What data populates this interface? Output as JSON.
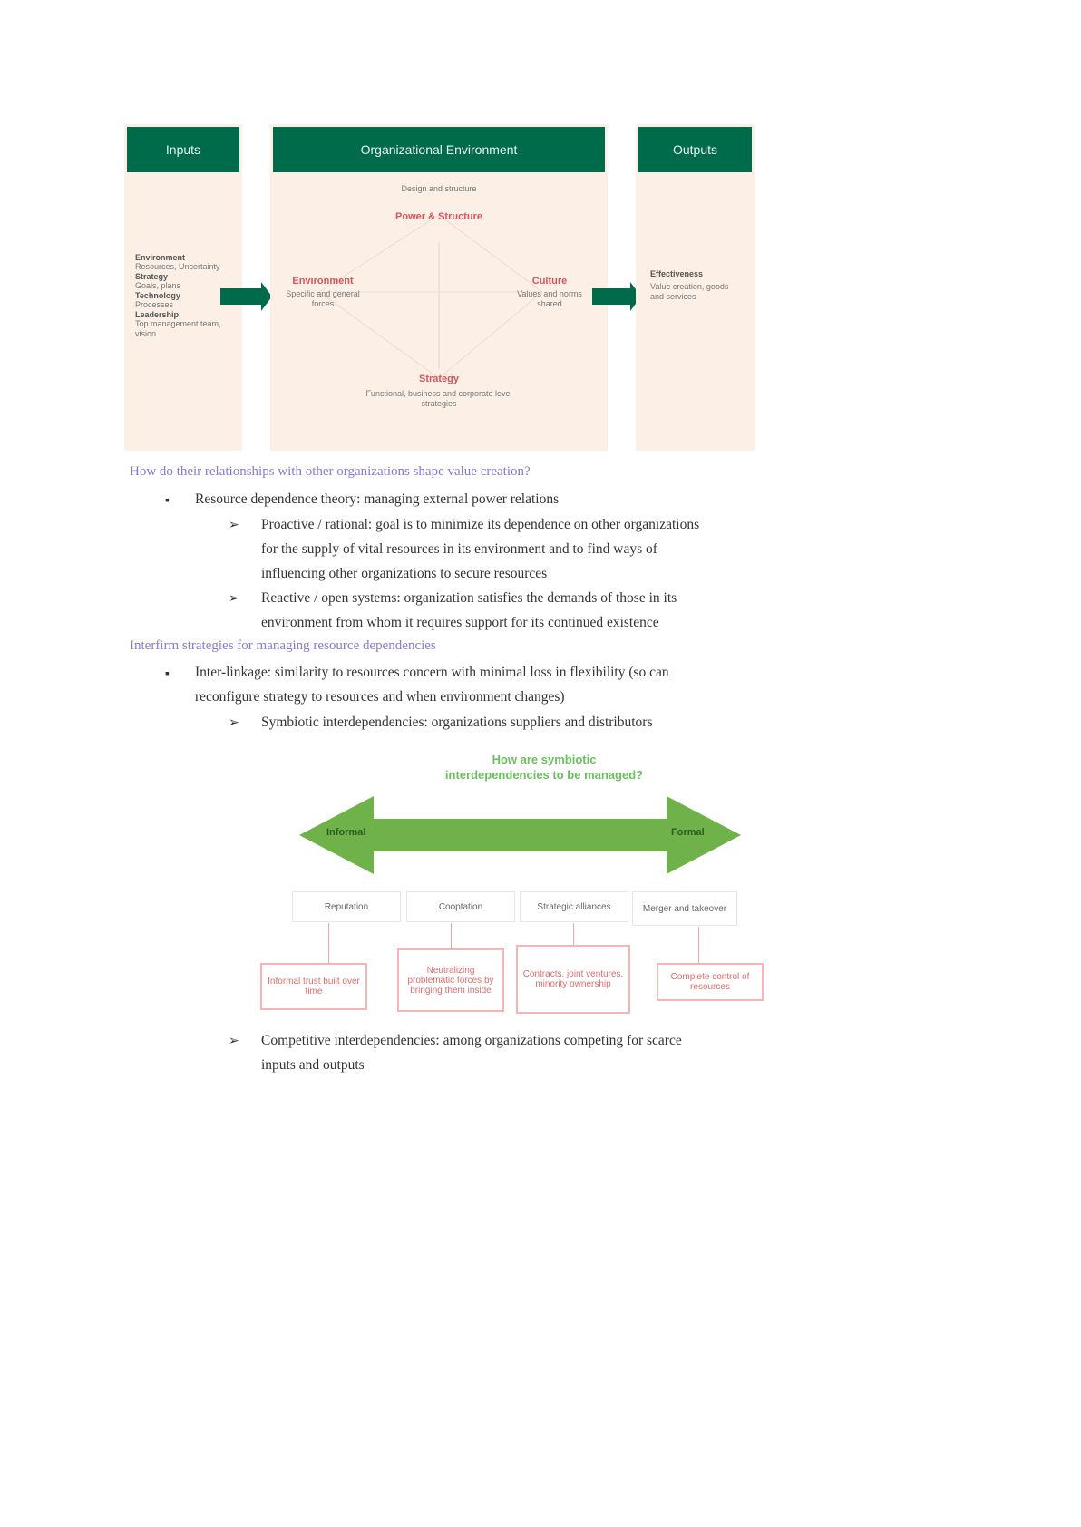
{
  "diagram1": {
    "inputs": {
      "title": "Inputs",
      "groups": [
        {
          "label": "Environment",
          "items": "Resources, Uncertainty"
        },
        {
          "label": "Strategy",
          "items": "Goals, plans"
        },
        {
          "label": "Technology",
          "items": "Processes"
        },
        {
          "label": "Leadership",
          "items": "Top management team, vision"
        }
      ]
    },
    "center": {
      "title": "Organizational Environment",
      "top": {
        "caption": "Design and structure",
        "label": "Power & Structure"
      },
      "left": {
        "label": "Environment",
        "caption": "Specific and general forces"
      },
      "right": {
        "label": "Culture",
        "caption": "Values and norms shared"
      },
      "bottom": {
        "label": "Strategy",
        "caption": "Functional, business and corporate level strategies"
      }
    },
    "outputs": {
      "title": "Outputs",
      "label": "Effectiveness",
      "items": "Value creation, goods and services"
    }
  },
  "heading1": "How do their relationships with other organizations shape value creation?",
  "b1": "Resource dependence theory: managing external power relations",
  "b1_sub1": [
    "Proactive / rational: goal is to minimize its dependence on other organizations",
    "for the supply of vital resources in its environment and to find ways of",
    "influencing other organizations to secure resources"
  ],
  "b1_sub2": [
    "Reactive / open systems: organization satisfies the demands of those in its",
    "environment from whom it requires support for its continued existence"
  ],
  "heading2": "Interfirm strategies for managing resource dependencies",
  "b2": [
    "Inter-linkage: similarity to resources concern with minimal loss in flexibility (so can",
    "reconfigure strategy to resources and when environment changes)"
  ],
  "b2_sub1": "Symbiotic interdependencies: organizations suppliers and distributors",
  "diagram2": {
    "title": [
      "How are symbiotic",
      "interdependencies to be managed?"
    ],
    "left": "Informal",
    "right": "Formal",
    "mechanisms": [
      "Reputation",
      "Cooptation",
      "Strategic alliances",
      "Merger and takeover"
    ],
    "notes": [
      "Informal trust built over time",
      "Neutralizing problematic forces by bringing them inside",
      "Contracts, joint ventures, minority ownership",
      "Complete control of resources"
    ]
  },
  "b2_sub2": [
    "Competitive interdependencies: among organizations competing for scarce",
    "inputs and outputs"
  ],
  "bullets": {
    "l1": "▪",
    "l2": "➢"
  }
}
